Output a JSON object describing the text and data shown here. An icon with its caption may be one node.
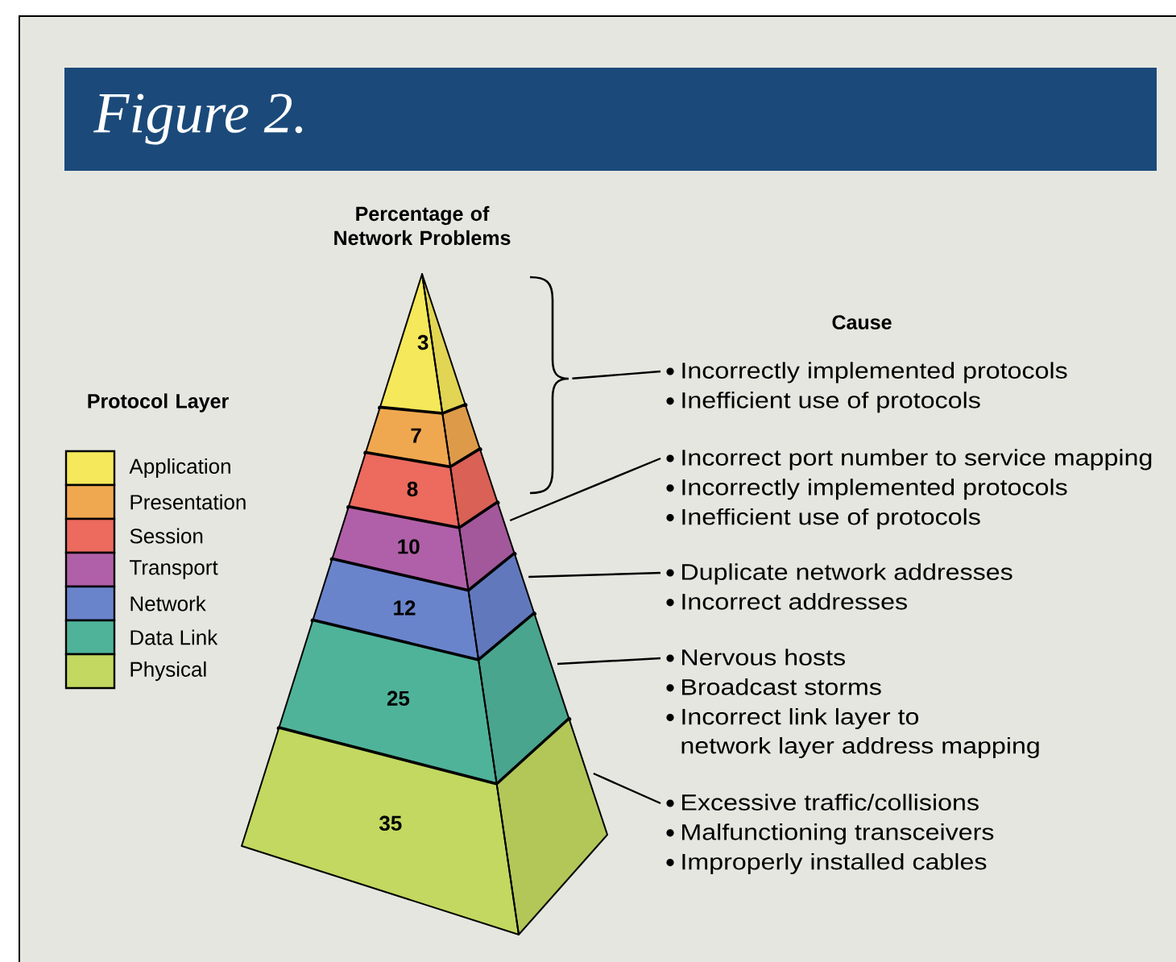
{
  "diagram": {
    "title": "Figure 2.",
    "nodes": [
      {
        "text": [
          "3"
        ]
      },
      {
        "text": [
          "7"
        ]
      },
      {
        "text": [
          "8"
        ]
      },
      {
        "text": [
          "10"
        ]
      },
      {
        "text": [
          "12"
        ]
      },
      {
        "text": [
          "25"
        ]
      },
      {
        "text": [
          "35"
        ]
      },
      {
        "text": [],
        "shape": "bracket"
      },
      {
        "text": [
          "Incorrectly implemented protocols",
          "Inefficient use of protocols"
        ]
      },
      {
        "text": [
          "Incorrect port number to service mapping",
          "Incorrectly implemented protocols",
          "Inefficient use of protocols"
        ]
      },
      {
        "text": [
          "Duplicate network addresses",
          "Incorrect addresses"
        ]
      },
      {
        "text": [
          "Nervous hosts",
          "Broadcast storms",
          "Incorrect link layer to network layer address mapping"
        ]
      },
      {
        "text": [
          "Excessive traffic/collisions",
          "Malfunctioning transceivers",
          "Improperly installed cables"
        ]
      }
    ],
    "edges": [
      {
        "from": 8,
        "to": 7,
        "arrow": "none"
      },
      {
        "from": 9,
        "to": 3,
        "arrow": "none"
      },
      {
        "from": 10,
        "to": 4,
        "arrow": "none"
      },
      {
        "from": 11,
        "to": 5,
        "arrow": "none"
      },
      {
        "from": 12,
        "to": 6,
        "arrow": "none"
      }
    ],
    "labels": [
      "Percentage of Network Problems",
      "Cause",
      "Protocol Layer"
    ],
    "legend": [
      {
        "text": "Application",
        "color": "#f5e85a"
      },
      {
        "text": "Presentation",
        "color": "#f0a850"
      },
      {
        "text": "Session",
        "color": "#ec6a5e"
      },
      {
        "text": "Transport",
        "color": "#b060a8"
      },
      {
        "text": "Network",
        "color": "#6a84cc"
      },
      {
        "text": "Data Link",
        "color": "#4fb39a"
      },
      {
        "text": "Physical",
        "color": "#c2d860"
      }
    ]
  }
}
